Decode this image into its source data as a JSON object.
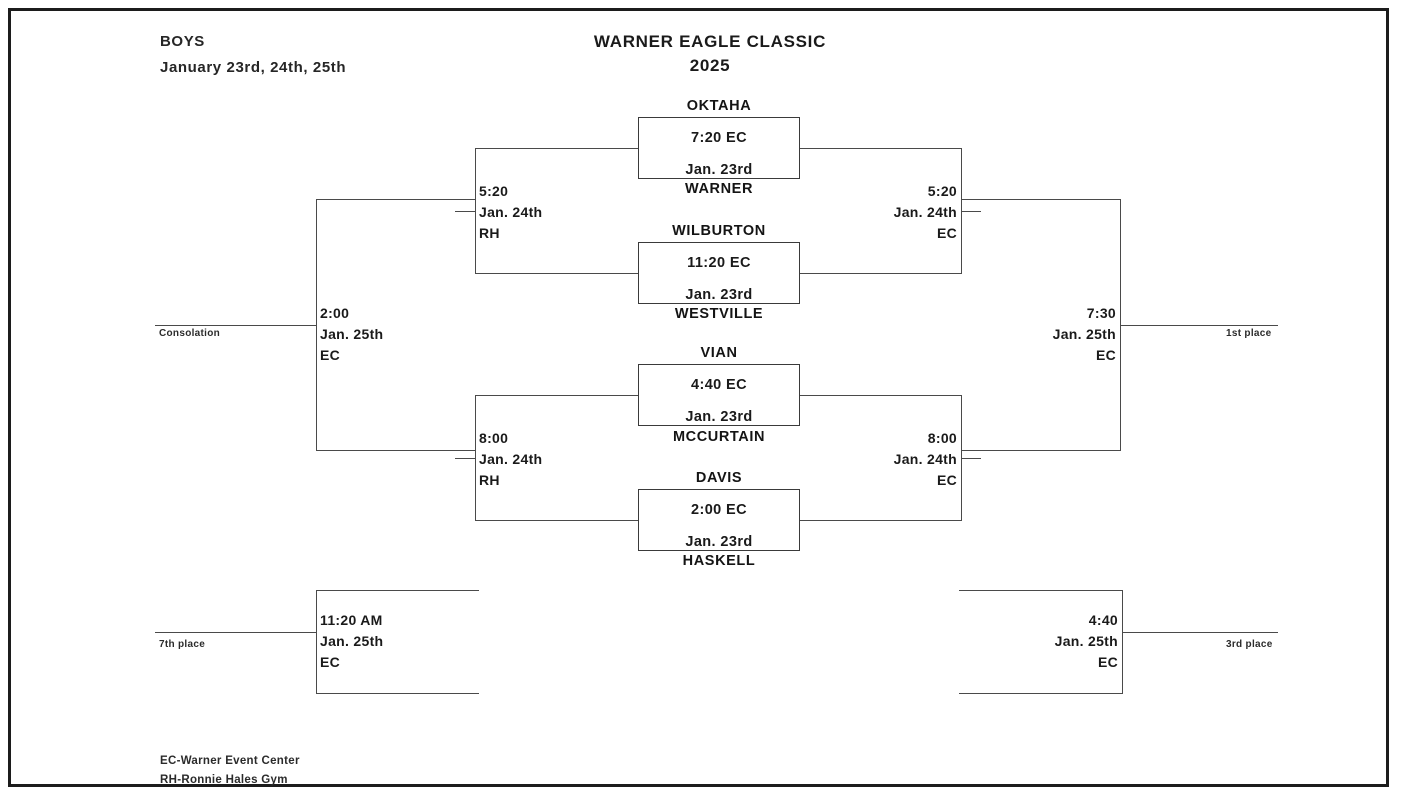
{
  "document": {
    "division": "BOYS",
    "dates": "January 23rd, 24th, 25th",
    "title": "WARNER EAGLE CLASSIC",
    "year": "2025"
  },
  "first_round": [
    {
      "id": "game-1",
      "top_team": "OKTAHA",
      "bottom_team": "WARNER",
      "time_venue": "7:20 EC",
      "date": "Jan. 23rd"
    },
    {
      "id": "game-2",
      "top_team": "WILBURTON",
      "bottom_team": "WESTVILLE",
      "time_venue": "11:20 EC",
      "date": "Jan. 23rd"
    },
    {
      "id": "game-3",
      "top_team": "VIAN",
      "bottom_team": "MCCURTAIN",
      "time_venue": "4:40 EC",
      "date": "Jan. 23rd"
    },
    {
      "id": "game-4",
      "top_team": "DAVIS",
      "bottom_team": "HASKELL",
      "time_venue": "2:00 EC",
      "date": "Jan. 23rd"
    }
  ],
  "losers_semifinals": [
    {
      "id": "losers-semi-top",
      "time": "5:20",
      "date": "Jan. 24th",
      "venue": "RH"
    },
    {
      "id": "losers-semi-bottom",
      "time": "8:00",
      "date": "Jan. 24th",
      "venue": "RH"
    }
  ],
  "winners_semifinals": [
    {
      "id": "winners-semi-top",
      "time": "5:20",
      "date": "Jan. 24th",
      "venue": "EC"
    },
    {
      "id": "winners-semi-bottom",
      "time": "8:00",
      "date": "Jan. 24th",
      "venue": "EC"
    }
  ],
  "consolation_final": {
    "time": "2:00",
    "date": "Jan. 25th",
    "venue": "EC",
    "outcome_label": "Consolation"
  },
  "championship": {
    "time": "7:30",
    "date": "Jan. 25th",
    "venue": "EC",
    "outcome_label": "1st place"
  },
  "seventh_place": {
    "time": "11:20 AM",
    "date": "Jan. 25th",
    "venue": "EC",
    "outcome_label": "7th place"
  },
  "third_place": {
    "time": "4:40",
    "date": "Jan. 25th",
    "venue": "EC",
    "outcome_label": "3rd place"
  },
  "legend": {
    "line1": "EC-Warner Event Center",
    "line2": "RH-Ronnie Hales Gym"
  }
}
